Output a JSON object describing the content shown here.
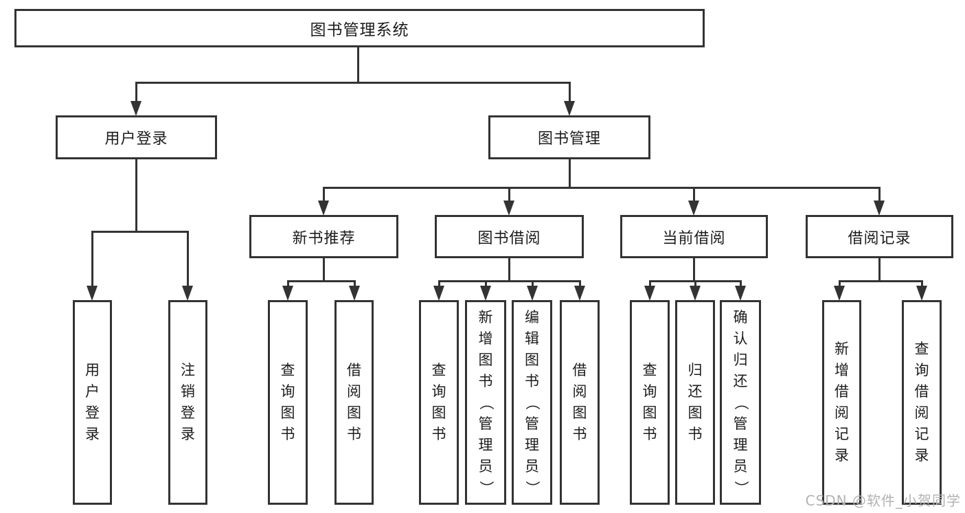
{
  "colors": {
    "background": "#ffffff",
    "line": "#333333",
    "box_border": "#333333",
    "text": "#1c1c1c",
    "watermark": "#b2b2b2"
  },
  "watermark": "CSDN @软件_小贺同学",
  "nodes": {
    "root": {
      "label": "图书管理系统"
    },
    "user_login": {
      "label": "用户登录"
    },
    "book_mgmt": {
      "label": "图书管理"
    },
    "new_book_rec": {
      "label": "新书推荐"
    },
    "book_borrow": {
      "label": "图书借阅"
    },
    "current_borrow": {
      "label": "当前借阅"
    },
    "borrow_record": {
      "label": "借阅记录"
    },
    "leaf_user_login": {
      "label": "用户登录"
    },
    "leaf_logout": {
      "label": "注销登录"
    },
    "leaf_nbr_query_book": {
      "label": "查询图书"
    },
    "leaf_nbr_borrow_book": {
      "label": "借阅图书"
    },
    "leaf_bb_query_book": {
      "label": "查询图书"
    },
    "leaf_bb_add_book": {
      "label": "新增图书（管理员）"
    },
    "leaf_bb_edit_book": {
      "label": "编辑图书（管理员）"
    },
    "leaf_bb_borrow_book": {
      "label": "借阅图书"
    },
    "leaf_cb_query_book": {
      "label": "查询图书"
    },
    "leaf_cb_return_book": {
      "label": "归还图书"
    },
    "leaf_cb_confirm_return": {
      "label": "确认归还（管理员）"
    },
    "leaf_br_add_record": {
      "label": "新增借阅记录"
    },
    "leaf_br_query_record": {
      "label": "查询借阅记录"
    }
  },
  "edges": [
    [
      "root",
      "user_login"
    ],
    [
      "root",
      "book_mgmt"
    ],
    [
      "user_login",
      "leaf_user_login"
    ],
    [
      "user_login",
      "leaf_logout"
    ],
    [
      "book_mgmt",
      "new_book_rec"
    ],
    [
      "book_mgmt",
      "book_borrow"
    ],
    [
      "book_mgmt",
      "current_borrow"
    ],
    [
      "book_mgmt",
      "borrow_record"
    ],
    [
      "new_book_rec",
      "leaf_nbr_query_book"
    ],
    [
      "new_book_rec",
      "leaf_nbr_borrow_book"
    ],
    [
      "book_borrow",
      "leaf_bb_query_book"
    ],
    [
      "book_borrow",
      "leaf_bb_add_book"
    ],
    [
      "book_borrow",
      "leaf_bb_edit_book"
    ],
    [
      "book_borrow",
      "leaf_bb_borrow_book"
    ],
    [
      "current_borrow",
      "leaf_cb_query_book"
    ],
    [
      "current_borrow",
      "leaf_cb_return_book"
    ],
    [
      "current_borrow",
      "leaf_cb_confirm_return"
    ],
    [
      "borrow_record",
      "leaf_br_add_record"
    ],
    [
      "borrow_record",
      "leaf_br_query_record"
    ]
  ]
}
